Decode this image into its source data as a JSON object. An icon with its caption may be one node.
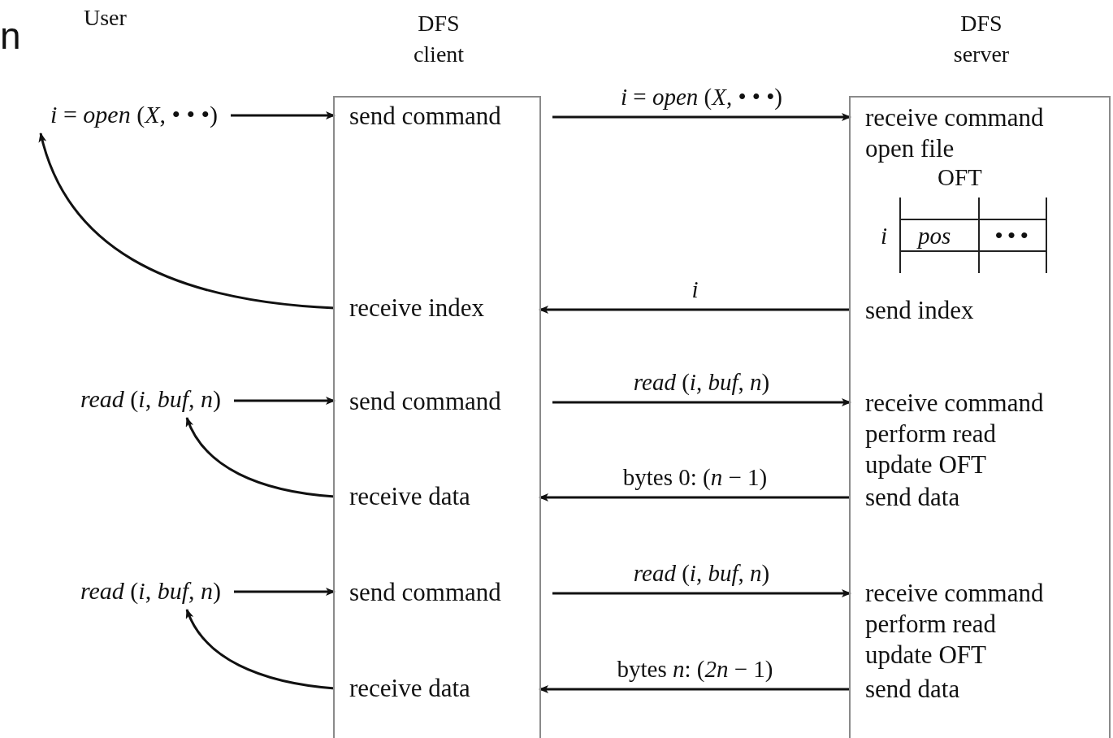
{
  "diagram": {
    "nodes": [
      {
        "text": [
          "DFS client"
        ]
      },
      {
        "text": [
          "send command"
        ],
        "in": 0
      },
      {
        "text": [
          "receive index"
        ],
        "in": 0
      },
      {
        "text": [
          "send command"
        ],
        "in": 0
      },
      {
        "text": [
          "receive data"
        ],
        "in": 0
      },
      {
        "text": [
          "send command"
        ],
        "in": 0
      },
      {
        "text": [
          "receive data"
        ],
        "in": 0
      },
      {
        "text": [
          "DFS server"
        ]
      },
      {
        "text": [
          "receive command"
        ],
        "in": 7
      },
      {
        "text": [
          "open file"
        ],
        "in": 7
      },
      {
        "text": [
          "send index"
        ],
        "in": 7
      },
      {
        "text": [
          "receive command"
        ],
        "in": 7
      },
      {
        "text": [
          "perform read"
        ],
        "in": 7
      },
      {
        "text": [
          "update OFT"
        ],
        "in": 7
      },
      {
        "text": [
          "send data"
        ],
        "in": 7
      },
      {
        "text": [
          "receive command"
        ],
        "in": 7
      },
      {
        "text": [
          "perform read"
        ],
        "in": 7
      },
      {
        "text": [
          "update OFT"
        ],
        "in": 7
      },
      {
        "text": [
          "send data"
        ],
        "in": 7
      },
      {
        "text": [
          "*i* = *open* (*X*, • • •)"
        ]
      },
      {
        "text": [
          "*read* (*i*, *buf*, *n*)"
        ]
      },
      {
        "text": [
          "*read* (*i*, *buf*, *n*)"
        ]
      }
    ],
    "edges": [
      {
        "from": 19,
        "to": 1,
        "arrow": "to"
      },
      {
        "from": 1,
        "to": 8,
        "arrow": "to",
        "label": "*i* = *open* (*X*, • • •)"
      },
      {
        "from": 10,
        "to": 2,
        "arrow": "to",
        "label": "*i*"
      },
      {
        "from": 2,
        "to": 19,
        "arrow": "to"
      },
      {
        "from": 20,
        "to": 3,
        "arrow": "to"
      },
      {
        "from": 3,
        "to": 11,
        "arrow": "to",
        "label": "*read* (*i*, *buf*, *n*)"
      },
      {
        "from": 14,
        "to": 4,
        "arrow": "to",
        "label": "bytes 0: (*n* − 1)"
      },
      {
        "from": 4,
        "to": 20,
        "arrow": "to"
      },
      {
        "from": 21,
        "to": 5,
        "arrow": "to"
      },
      {
        "from": 5,
        "to": 15,
        "arrow": "to",
        "label": "*read* (*i*, *buf*, *n*)"
      },
      {
        "from": 18,
        "to": 6,
        "arrow": "to",
        "label": "bytes *n*: (*2n* − 1)"
      },
      {
        "from": 6,
        "to": 21,
        "arrow": "to"
      }
    ],
    "labels": [
      "n",
      "User",
      "OFT",
      "i",
      "pos",
      "• • •"
    ]
  }
}
